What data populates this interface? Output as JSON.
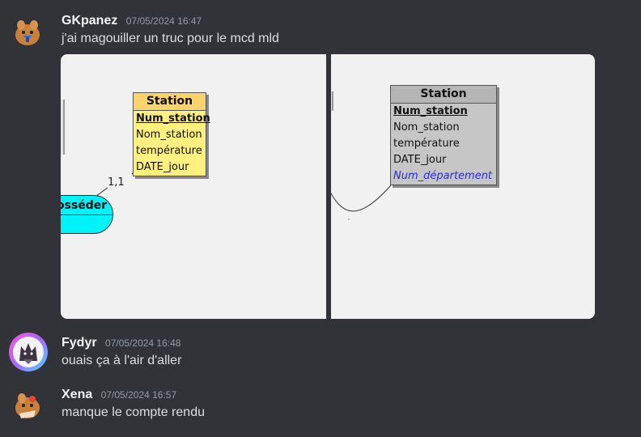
{
  "messages": [
    {
      "author": "GKpanez",
      "timestamp": "07/05/2024 16:47",
      "text": "j'ai magouiller un truc pour le mcd mld"
    },
    {
      "author": "Fydyr",
      "timestamp": "07/05/2024 16:48",
      "text": "ouais ça à l'air d'aller"
    },
    {
      "author": "Xena",
      "timestamp": "07/05/2024 16:57",
      "text": "manque le compte rendu"
    }
  ],
  "attachment": {
    "mcd": {
      "entity_title": "Station",
      "key": "Num_station",
      "fields": [
        "Nom_station",
        "température",
        "DATE_jour"
      ],
      "cardinality": "1,1",
      "association": "osséder"
    },
    "mld": {
      "entity_title": "Station",
      "key": "Num_station",
      "fields": [
        "Nom_station",
        "température",
        "DATE_jour"
      ],
      "foreign_key": "Num_département"
    }
  }
}
